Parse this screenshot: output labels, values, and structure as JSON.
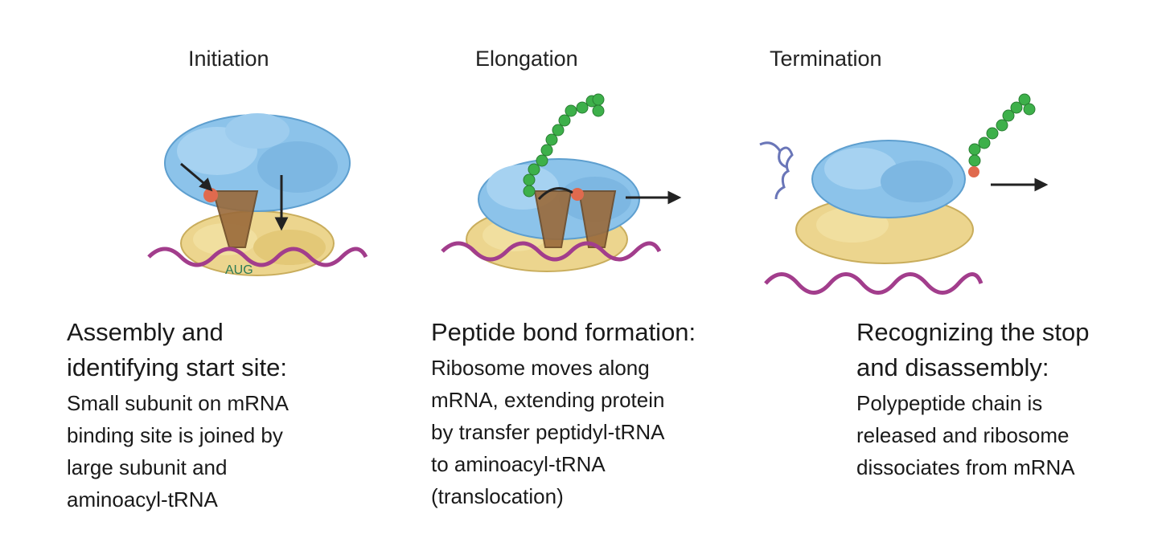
{
  "stages": [
    {
      "title": "Initiation",
      "codon_label": "AUG",
      "heading": "Assembly and\nidentifying start site:",
      "body": "Small subunit on mRNA\nbinding site is joined by\nlarge subunit and\naminoacyl-tRNA"
    },
    {
      "title": "Elongation",
      "heading": "Peptide bond formation:",
      "body": "Ribosome moves along\nmRNA, extending protein\nby transfer peptidyl-tRNA\nto aminoacyl-tRNA\n(translocation)"
    },
    {
      "title": "Termination",
      "heading": "Recognizing the stop\nand disassembly:",
      "body": "Polypeptide chain is\nreleased and ribosome\ndissociates from mRNA"
    }
  ],
  "colors": {
    "large_subunit": "#8cc3ea",
    "small_subunit": "#ecd58e",
    "mrna": "#a23d8c",
    "trna": "#9a6a3a",
    "amino_acid": "#3db04a",
    "release_bead": "#e06a4e",
    "arrow": "#222222",
    "codon_text": "#2c7a55"
  }
}
